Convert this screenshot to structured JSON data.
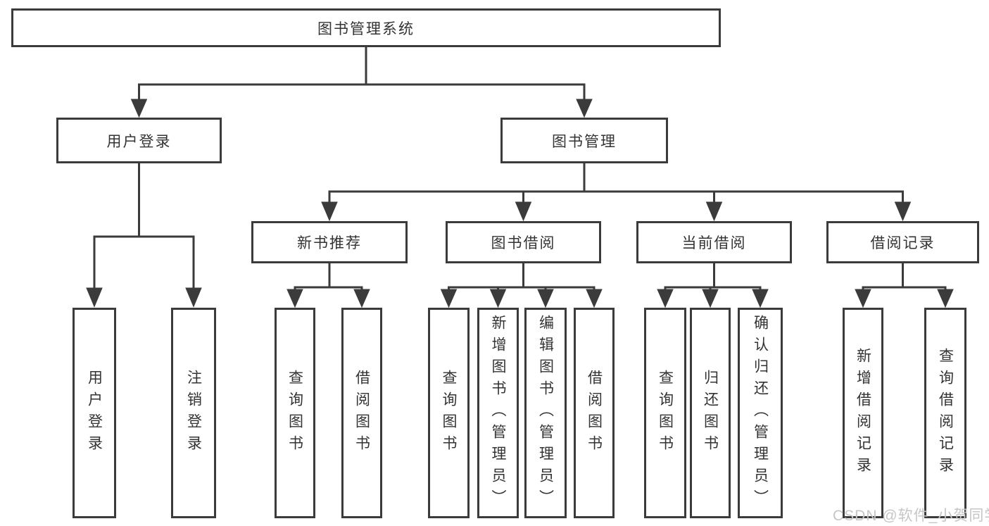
{
  "diagram": {
    "type": "hierarchy-tree",
    "colors": {
      "line": "#3b3b3b",
      "box_border": "#3b3b3b",
      "box_fill": "#ffffff",
      "text": "#333333",
      "watermark": "#c6c6c6"
    },
    "tree": {
      "label": "图书管理系统",
      "children": [
        {
          "label": "用户登录",
          "children": [
            {
              "label": "用户登录"
            },
            {
              "label": "注销登录"
            }
          ]
        },
        {
          "label": "图书管理",
          "children": [
            {
              "label": "新书推荐",
              "children": [
                {
                  "label": "查询图书"
                },
                {
                  "label": "借阅图书"
                }
              ]
            },
            {
              "label": "图书借阅",
              "children": [
                {
                  "label": "查询图书"
                },
                {
                  "label": "新增图书（管理员）"
                },
                {
                  "label": "编辑图书（管理员）"
                },
                {
                  "label": "借阅图书"
                }
              ]
            },
            {
              "label": "当前借阅",
              "children": [
                {
                  "label": "查询图书"
                },
                {
                  "label": "归还图书"
                },
                {
                  "label": "确认归还（管理员）"
                }
              ]
            },
            {
              "label": "借阅记录",
              "children": [
                {
                  "label": "新增借阅记录"
                },
                {
                  "label": "查询借阅记录"
                }
              ]
            }
          ]
        }
      ]
    }
  },
  "watermark": {
    "text": "CSDN @软件_小贺同学"
  }
}
